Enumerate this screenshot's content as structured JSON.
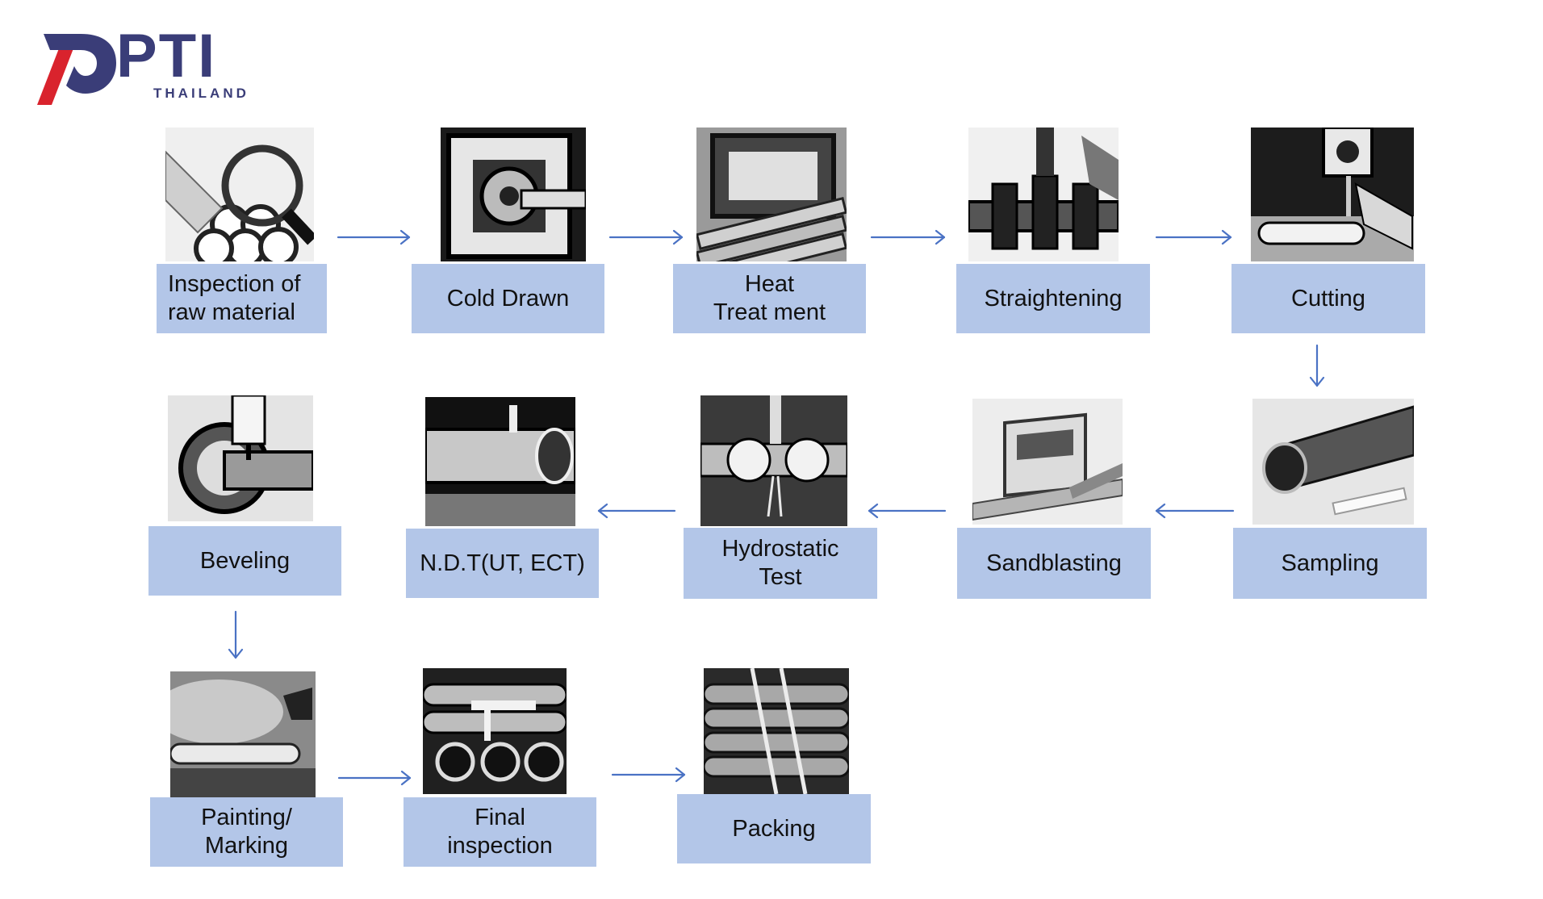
{
  "logo": {
    "text": "PTI",
    "subtext": "THAILAND",
    "mark_color": "#3a3d78",
    "accent_color": "#d9232d"
  },
  "label_color": "#b3c6e8",
  "arrow_color": "#4a72c4",
  "steps": [
    {
      "label": "Inspection of\nraw material",
      "icon": "magnifier-pipes-photo"
    },
    {
      "label": "Cold Drawn",
      "icon": "drawing-machine-photo"
    },
    {
      "label": "Heat\nTreat ment",
      "icon": "furnace-pipes-photo"
    },
    {
      "label": "Straightening",
      "icon": "straightening-machine-photo"
    },
    {
      "label": "Cutting",
      "icon": "saw-cutting-photo"
    },
    {
      "label": "Sampling",
      "icon": "pipe-sample-photo"
    },
    {
      "label": "Sandblasting",
      "icon": "sandblasting-booth-photo"
    },
    {
      "label": "Hydrostatic\nTest",
      "icon": "hydrostatic-test-photo"
    },
    {
      "label": "N.D.T(UT, ECT)",
      "icon": "ndt-probe-photo"
    },
    {
      "label": "Beveling",
      "icon": "beveling-machine-photo"
    },
    {
      "label": "Painting/\nMarking",
      "icon": "painting-spray-photo"
    },
    {
      "label": "Final\ninspection",
      "icon": "caliper-inspection-photo"
    },
    {
      "label": "Packing",
      "icon": "bundled-pipes-photo"
    }
  ]
}
